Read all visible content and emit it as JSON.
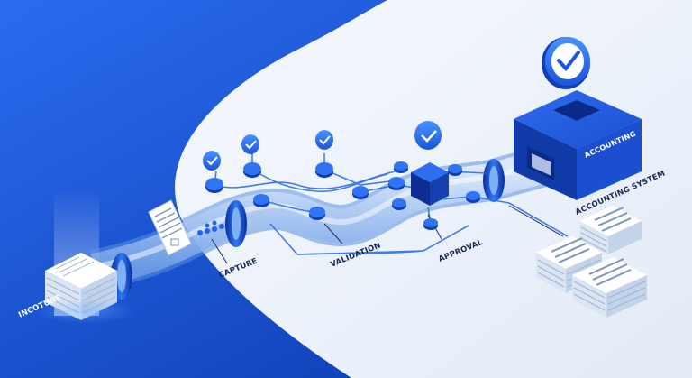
{
  "colors": {
    "background_blue": "#0b3fb8",
    "background_light": "#eef3fb",
    "accent_blue": "#1e63e9",
    "box_dark": "#0d2f95",
    "pipe_glass": "#b9d3f7",
    "label_text": "#1a2a55"
  },
  "labels": {
    "source": "INCOTUNE",
    "stage_1": "CAPTURE",
    "stage_2": "VALIDATION",
    "stage_3": "APPROVAL",
    "box_face": "ACCOUNTING",
    "destination": "ACCOUNTING SYSTEM"
  },
  "icons": {
    "checkmark": "check-circle-icon",
    "node": "node-dot-icon",
    "hub": "cube-hub-icon",
    "invoice": "invoice-document-icon",
    "stack": "paper-stack-icon"
  }
}
